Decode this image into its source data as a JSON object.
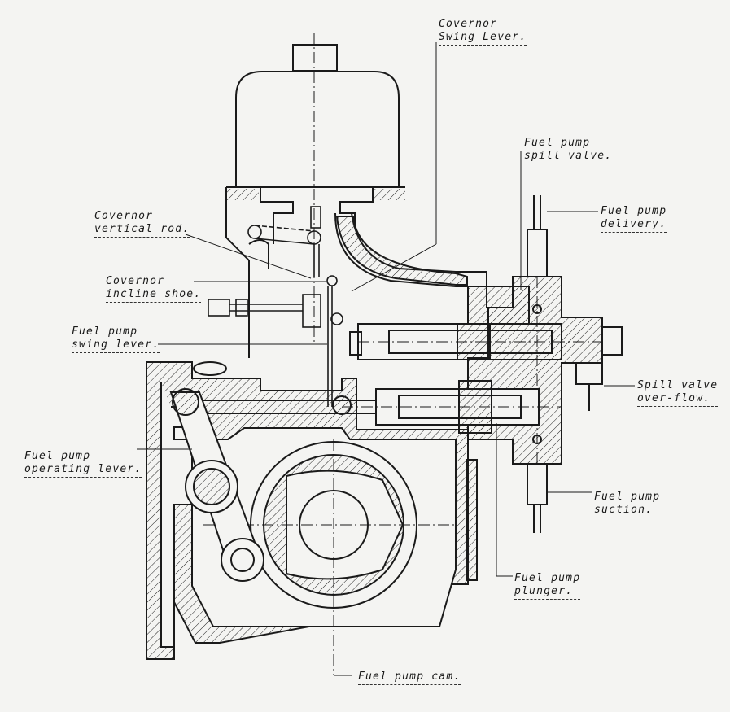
{
  "labels": {
    "governor_swing_lever": [
      "Covernor",
      "Swing Lever."
    ],
    "fuel_pump_spill_valve": [
      "Fuel pump",
      "spill valve."
    ],
    "governor_vertical_rod": [
      "Covernor",
      "vertical rod."
    ],
    "fuel_pump_delivery": [
      "Fuel pump",
      "delivery."
    ],
    "governor_incline_shoe": [
      "Covernor",
      "incline shoe."
    ],
    "fuel_pump_swing_lever": [
      "Fuel pump",
      "swing lever."
    ],
    "spill_valve_overflow": [
      "Spill valve",
      "over-flow."
    ],
    "fuel_pump_operating_lever": [
      "Fuel pump",
      "operating lever."
    ],
    "fuel_pump_suction": [
      "Fuel pump",
      "suction."
    ],
    "fuel_pump_plunger": [
      "Fuel pump",
      "plunger."
    ],
    "fuel_pump_cam": [
      "Fuel pump cam."
    ]
  },
  "colors": {
    "paper": "#f4f4f2",
    "ink": "#1a1a1a"
  }
}
